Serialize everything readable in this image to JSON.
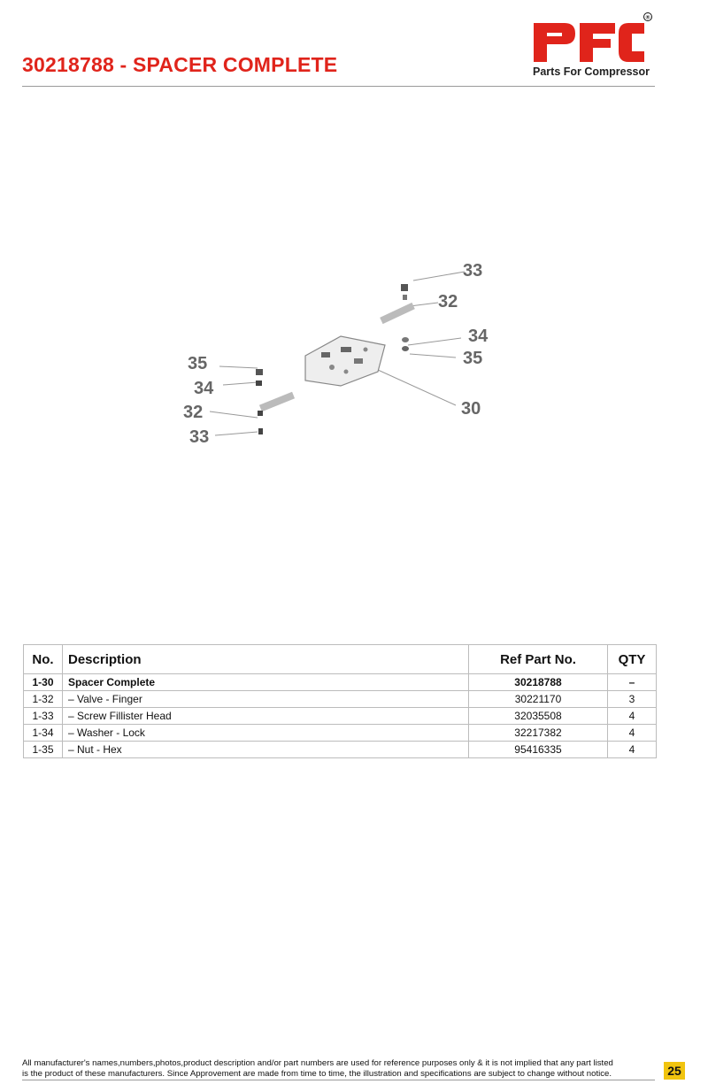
{
  "header": {
    "title": "30218788 - SPACER COMPLETE",
    "logo_text": "PFC",
    "registered_mark": "®",
    "tagline": "Parts For Compressor",
    "brand_color": "#e0241b"
  },
  "diagram": {
    "callouts": {
      "c33_top": "33",
      "c32_top": "32",
      "c34_right": "34",
      "c35_right": "35",
      "c30": "30",
      "c35_left": "35",
      "c34_left": "34",
      "c32_left": "32",
      "c33_left": "33"
    }
  },
  "table": {
    "headers": {
      "no": "No.",
      "description": "Description",
      "ref": "Ref Part No.",
      "qty": "QTY"
    },
    "rows": [
      {
        "no": "1-30",
        "description": "Spacer Complete",
        "ref": "30218788",
        "qty": "–"
      },
      {
        "no": "1-32",
        "description": "– Valve - Finger",
        "ref": "30221170",
        "qty": "3"
      },
      {
        "no": "1-33",
        "description": "– Screw Fillister Head",
        "ref": "32035508",
        "qty": "4"
      },
      {
        "no": "1-34",
        "description": "– Washer - Lock",
        "ref": "32217382",
        "qty": "4"
      },
      {
        "no": "1-35",
        "description": "– Nut - Hex",
        "ref": "95416335",
        "qty": "4"
      }
    ]
  },
  "footer": {
    "disclaimer_line1": "All manufacturer's names,numbers,photos,product description and/or part numbers are used for reference purposes only & it is not implied that any part listed",
    "disclaimer_line2": "is the product of these manufacturers.  Since Approvement are made from time to time,  the illustration and specifications are subject to change without notice.",
    "page_number": "25",
    "page_badge_color": "#f1c40f"
  }
}
